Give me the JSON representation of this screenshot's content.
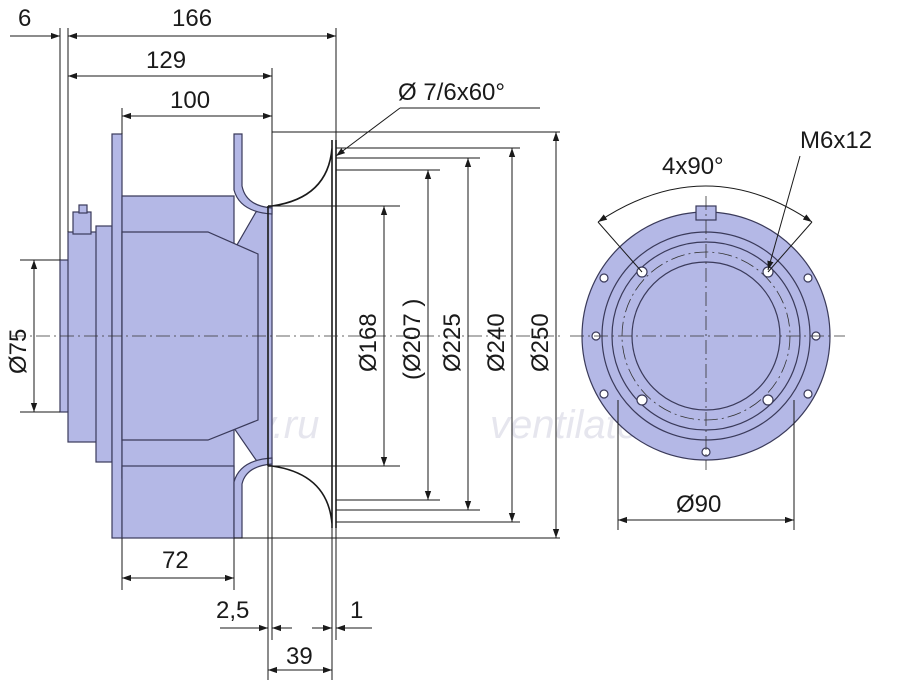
{
  "watermark": [
    "ventilatorry.ru",
    "ventilatorry.ru"
  ],
  "side_view": {
    "dim_6": "6",
    "dim_166": "166",
    "dim_129": "129",
    "dim_100": "100",
    "dim_chamfer": "Ø 7/6x60°",
    "dim_d75": "Ø75",
    "dim_d168": "Ø168",
    "dim_d207": "(Ø207 )",
    "dim_d225": "Ø225",
    "dim_d240": "Ø240",
    "dim_d250": "Ø250",
    "dim_72": "72",
    "dim_2_5": "2,5",
    "dim_1": "1",
    "dim_39": "39"
  },
  "front_view": {
    "dim_angle": "4x90°",
    "dim_thread": "M6x12",
    "dim_d90": "Ø90"
  },
  "colors": {
    "body_fill": "#b4b8e6",
    "outline": "#3a3a5a",
    "line": "#1a1a1a"
  }
}
